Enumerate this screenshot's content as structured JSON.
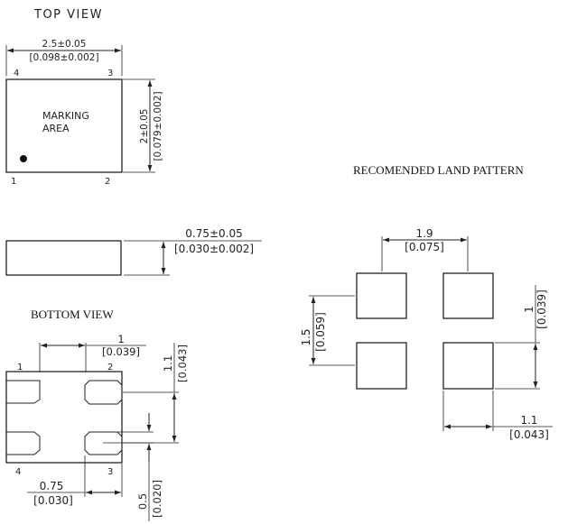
{
  "top_view": {
    "heading": "TOP VIEW",
    "width_dim": "2.5±0.05",
    "width_dim_in": "[0.098±0.002]",
    "height_dim": "2±0.05",
    "height_dim_in": "[0.079±0.002]",
    "marking_line1": "MARKING",
    "marking_line2": "AREA",
    "pin4": "4",
    "pin3": "3",
    "pin1": "1",
    "pin2": "2"
  },
  "side_view": {
    "thickness_dim": "0.75±0.05",
    "thickness_dim_in": "[0.030±0.002]"
  },
  "bottom_view": {
    "heading": "BOTTOM VIEW",
    "pitch_dim": "1",
    "pitch_dim_in": "[0.039]",
    "pad_height_dim": "1.1",
    "pad_height_dim_in": "[0.043]",
    "pad_width_dim": "0.75",
    "pad_width_dim_in": "[0.030]",
    "pad_gap_dim": "0.5",
    "pad_gap_dim_in": "[0.020]",
    "pin1": "1",
    "pin2": "2",
    "pin4": "4",
    "pin3": "3"
  },
  "land_pattern": {
    "heading": "RECOMENDED LAND PATTERN",
    "h_spacing_dim": "1.9",
    "h_spacing_dim_in": "[0.075]",
    "v_spacing_dim": "1.5",
    "v_spacing_dim_in": "[0.059]",
    "pad_h_dim": "1",
    "pad_h_dim_in": "[0.039]",
    "pad_w_dim": "1.1",
    "pad_w_dim_in": "[0.043]"
  }
}
